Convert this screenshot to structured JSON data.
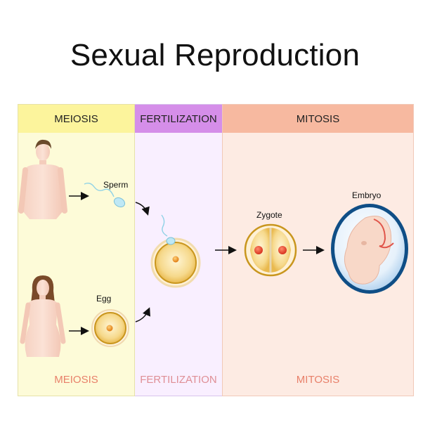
{
  "title": "Sexual Reproduction",
  "stages": [
    {
      "header": "MEIOSIS",
      "footer": "MEIOSIS"
    },
    {
      "header": "FERTILIZATION",
      "footer": "FERTILIZATION"
    },
    {
      "header": "MITOSIS",
      "footer": "MITOSIS"
    }
  ],
  "labels": {
    "sperm": "Sperm",
    "egg": "Egg",
    "zygote": "Zygote",
    "embryo": "Embryo"
  },
  "icons": [
    "male-figure-icon",
    "female-figure-icon",
    "sperm-cell-icon",
    "egg-cell-icon",
    "fertilized-egg-icon",
    "zygote-icon",
    "embryo-icon",
    "arrow-icon"
  ],
  "colors": {
    "meiosis_header": "#fcf49c",
    "fertilization_header": "#d58ee9",
    "mitosis_header": "#f7b9a0",
    "footer_text": "#e8806a"
  }
}
